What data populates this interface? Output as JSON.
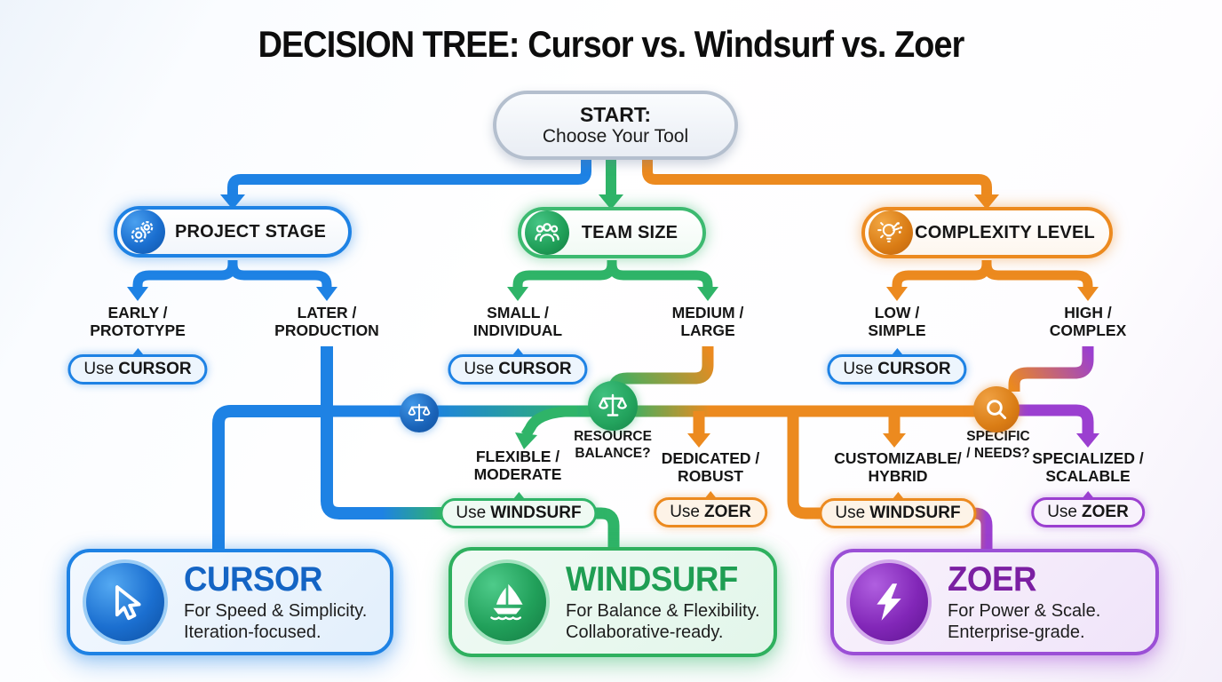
{
  "title": "DECISION TREE: Cursor vs. Windsurf vs. Zoer",
  "start_node": {
    "line1": "START:",
    "line2": "Choose Your Tool"
  },
  "category_nodes": {
    "project_stage": {
      "label": "PROJECT STAGE",
      "icon": "gears-icon"
    },
    "team_size": {
      "label": "TEAM SIZE",
      "icon": "team-icon"
    },
    "complexity_level": {
      "label": "COMPLEXITY LEVEL",
      "icon": "idea-icon"
    }
  },
  "branch_labels": {
    "early_prototype": {
      "line1": "EARLY /",
      "line2": "PROTOTYPE"
    },
    "later_production": {
      "line1": "LATER /",
      "line2": "PRODUCTION"
    },
    "small_individual": {
      "line1": "SMALL /",
      "line2": "INDIVIDUAL"
    },
    "medium_large": {
      "line1": "MEDIUM /",
      "line2": "LARGE"
    },
    "low_simple": {
      "line1": "LOW /",
      "line2": "SIMPLE"
    },
    "high_complex": {
      "line1": "HIGH /",
      "line2": "COMPLEX"
    },
    "flexible_moderate": {
      "line1": "FLEXIBLE /",
      "line2": "MODERATE"
    },
    "dedicated_robust": {
      "line1": "DEDICATED /",
      "line2": "ROBUST"
    },
    "customizable_hybrid": {
      "line1": "CUSTOMIZABLE/",
      "line2": "HYBRID"
    },
    "specialized_scalable": {
      "line1": "SPECIALIZED /",
      "line2": "SCALABLE"
    }
  },
  "decision_labels": {
    "resource_balance": {
      "line1": "RESOURCE",
      "line2": "BALANCE?"
    },
    "specific_needs": {
      "line1": "SPECIFIC",
      "line2": "/ NEEDS?"
    }
  },
  "recommendation_pills": {
    "use_prefix": "Use",
    "early": {
      "tool": "CURSOR"
    },
    "small": {
      "tool": "CURSOR"
    },
    "low": {
      "tool": "CURSOR"
    },
    "flexible": {
      "tool": "WINDSURF"
    },
    "dedicated": {
      "tool": "ZOER"
    },
    "customizable": {
      "tool": "WINDSURF"
    },
    "specialized": {
      "tool": "ZOER"
    }
  },
  "tool_cards": {
    "cursor": {
      "name": "CURSOR",
      "tagline_line1": "For Speed & Simplicity.",
      "tagline_line2": "Iteration-focused.",
      "icon": "cursor-arrow-icon",
      "accent_color": "#1e82e4"
    },
    "windsurf": {
      "name": "WINDSURF",
      "tagline_line1": "For Balance & Flexibility.",
      "tagline_line2": "Collaborative-ready.",
      "icon": "sailboat-icon",
      "accent_color": "#2fb468"
    },
    "zoer": {
      "name": "ZOER",
      "tagline_line1": "For Power & Scale.",
      "tagline_line2": "Enterprise-grade.",
      "icon": "lightning-icon",
      "accent_color": "#9b3fd0"
    }
  },
  "colors": {
    "blue": "#1e82e4",
    "green": "#2fb468",
    "orange": "#ec8a1f",
    "purple": "#9b3fd0",
    "start_border": "#b4bfce"
  }
}
